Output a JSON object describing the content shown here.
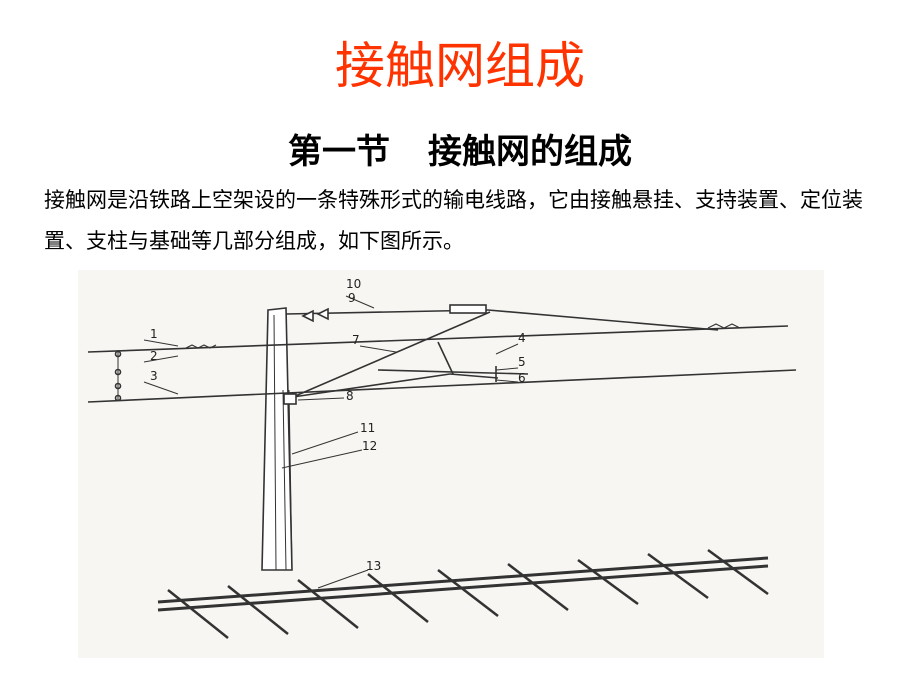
{
  "slide": {
    "title": "接触网组成",
    "subtitle_section": "第一节",
    "subtitle_text": "接触网的组成",
    "paragraph": "接触网是沿铁路上空架设的一条特殊形式的输电线路，它由接触悬挂、支持装置、定位装置、支柱与基础等几部分组成，如下图所示。"
  },
  "figure": {
    "labels": [
      "10",
      "9",
      "1",
      "2",
      "3",
      "7",
      "4",
      "5",
      "6",
      "8",
      "11",
      "12",
      "13"
    ]
  },
  "colors": {
    "title": "#ff3300",
    "text": "#000000",
    "figure_bg": "#f7f6f3",
    "line": "#333333"
  }
}
